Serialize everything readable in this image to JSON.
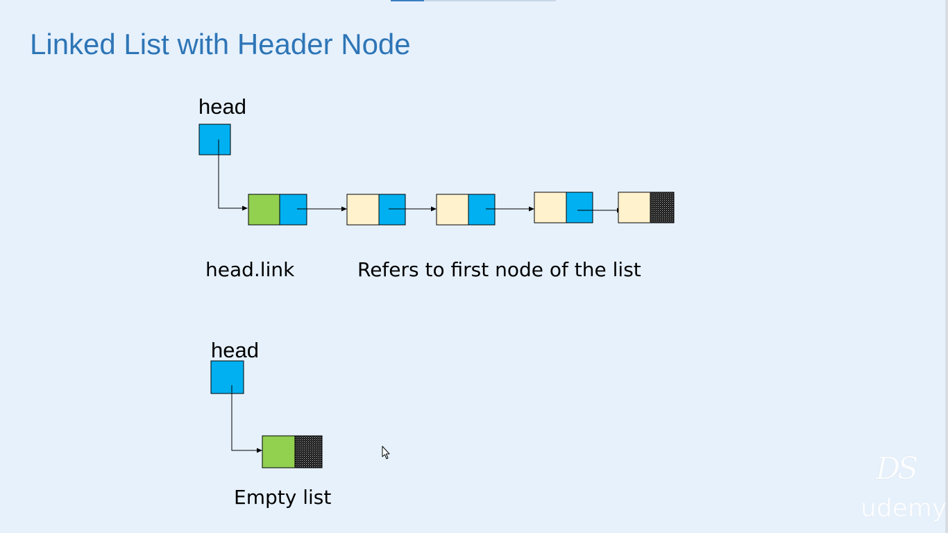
{
  "title": "Linked List with Header Node",
  "diagram1": {
    "head_label": "head",
    "link_label": "head.link",
    "caption": "Refers to first node of the list"
  },
  "diagram2": {
    "head_label": "head",
    "caption": "Empty list"
  },
  "watermark": {
    "logo_text": "DS",
    "brand": "udemy"
  },
  "colors": {
    "header_data": "#92d050",
    "pointer": "#00b0f0",
    "data": "#fff2cc",
    "null_link": "#111111",
    "title": "#2e75b6"
  }
}
